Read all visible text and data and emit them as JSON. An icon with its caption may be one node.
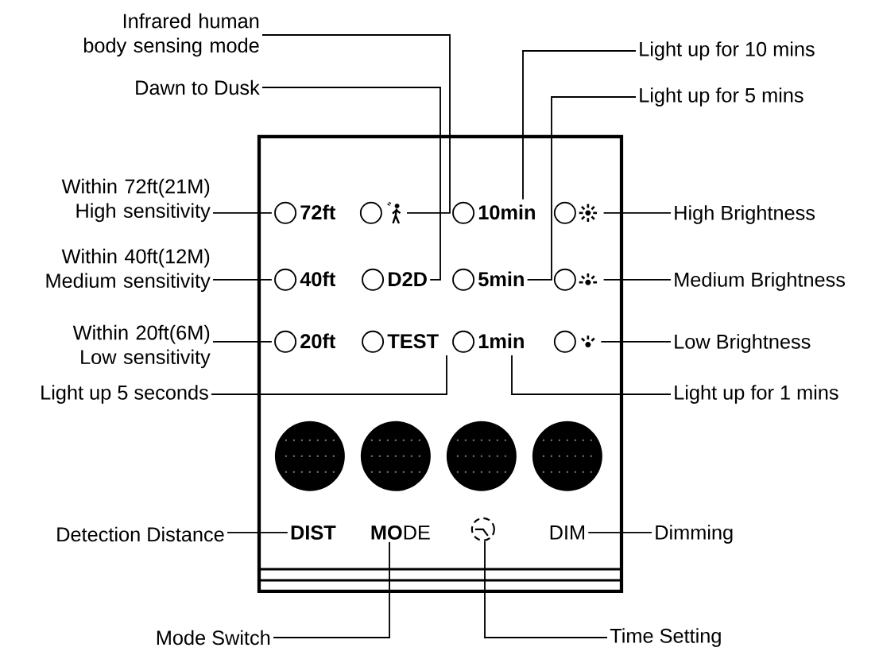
{
  "diagram": {
    "nodes": [
      {
        "text": [],
        "shape": "box"
      },
      {
        "text": [
          "Infrared human body sensing mode"
        ]
      },
      {
        "text": [
          "Dawn to Dusk"
        ]
      },
      {
        "text": [
          "Light up for 10 mins"
        ]
      },
      {
        "text": [
          "Light up for 5 mins"
        ]
      },
      {
        "text": [
          "Within 72ft(21M) High sensitivity"
        ]
      },
      {
        "text": [
          "72ft"
        ],
        "in": 0
      },
      {
        "text": [],
        "shape": "icon",
        "in": 0
      },
      {
        "text": [
          "10min"
        ],
        "in": 0
      },
      {
        "text": [],
        "shape": "icon",
        "in": 0
      },
      {
        "text": [
          "High Brightness"
        ]
      },
      {
        "text": [
          "Within 40ft(12M) Medium sensitivity"
        ]
      },
      {
        "text": [
          "40ft"
        ],
        "in": 0
      },
      {
        "text": [
          "D2D"
        ],
        "in": 0
      },
      {
        "text": [
          "5min"
        ],
        "in": 0
      },
      {
        "text": [],
        "shape": "icon",
        "in": 0
      },
      {
        "text": [
          "Medium Brightness"
        ]
      },
      {
        "text": [
          "Within 20ft(6M) Low sensitivity"
        ]
      },
      {
        "text": [
          "20ft"
        ],
        "in": 0
      },
      {
        "text": [
          "TEST"
        ],
        "in": 0
      },
      {
        "text": [
          "1min"
        ],
        "in": 0
      },
      {
        "text": [],
        "shape": "icon",
        "in": 0
      },
      {
        "text": [
          "Low Brightness"
        ]
      },
      {
        "text": [
          "Light up 5 seconds"
        ]
      },
      {
        "text": [
          "Light up for 1 mins"
        ]
      },
      {
        "text": [],
        "shape": "circle",
        "in": 0
      },
      {
        "text": [],
        "shape": "circle",
        "in": 0
      },
      {
        "text": [],
        "shape": "circle",
        "in": 0
      },
      {
        "text": [],
        "shape": "circle",
        "in": 0
      },
      {
        "text": [
          "Detection Distance"
        ]
      },
      {
        "text": [
          "DIST"
        ],
        "in": 0
      },
      {
        "text": [
          "**MO**DE"
        ],
        "in": 0
      },
      {
        "text": [],
        "shape": "icon",
        "in": 0
      },
      {
        "text": [
          "DIM"
        ],
        "in": 0
      },
      {
        "text": [
          "Dimming"
        ]
      },
      {
        "text": [
          "Mode Switch"
        ]
      },
      {
        "text": [
          "Time Setting"
        ]
      },
      {
        "text": [],
        "shape": "circle",
        "in": 0
      },
      {
        "text": [],
        "shape": "circle",
        "in": 0
      },
      {
        "text": [],
        "shape": "circle",
        "in": 0
      },
      {
        "text": [],
        "shape": "circle",
        "in": 0
      }
    ],
    "edges": [
      {
        "from": 1,
        "to": 7,
        "arrow": "none"
      },
      {
        "from": 2,
        "to": 13,
        "arrow": "none"
      },
      {
        "from": 3,
        "to": 8,
        "arrow": "none"
      },
      {
        "from": 4,
        "to": 14,
        "arrow": "none"
      },
      {
        "from": 5,
        "to": 6,
        "arrow": "none"
      },
      {
        "from": 11,
        "to": 12,
        "arrow": "none"
      },
      {
        "from": 17,
        "to": 18,
        "arrow": "none"
      },
      {
        "from": 23,
        "to": 19,
        "arrow": "none"
      },
      {
        "from": 10,
        "to": 9,
        "arrow": "none"
      },
      {
        "from": 16,
        "to": 15,
        "arrow": "none"
      },
      {
        "from": 22,
        "to": 21,
        "arrow": "none"
      },
      {
        "from": 24,
        "to": 20,
        "arrow": "none"
      },
      {
        "from": 29,
        "to": 30,
        "arrow": "none"
      },
      {
        "from": 34,
        "to": 33,
        "arrow": "none"
      },
      {
        "from": 35,
        "to": 31,
        "arrow": "none"
      },
      {
        "from": 36,
        "to": 32,
        "arrow": "none"
      }
    ]
  }
}
